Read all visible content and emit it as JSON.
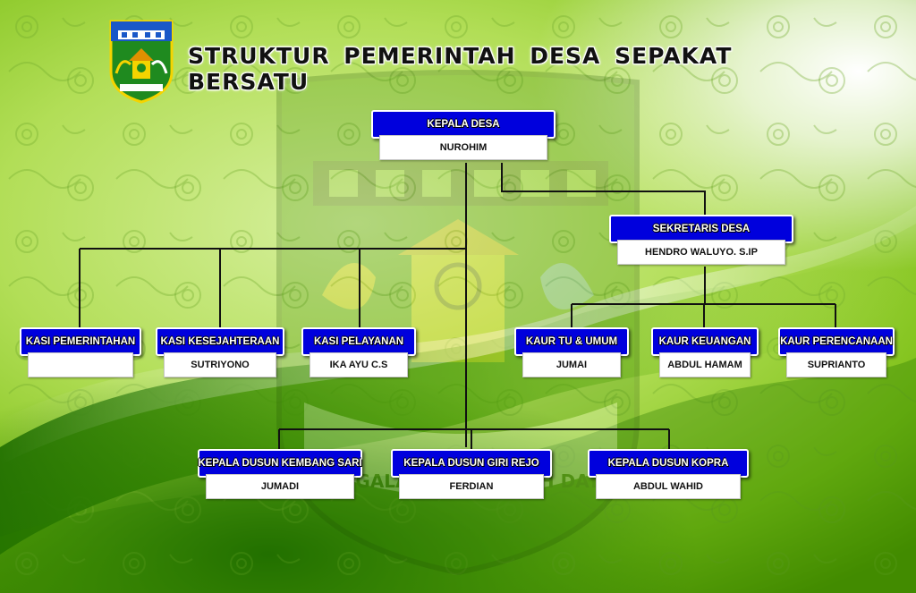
{
  "title": "STRUKTUR PEMERINTAH DESA SEPAKAT BERSATU",
  "watermark_motto": "TENTAK GALAH SERENGKUH DAYUNG",
  "colors": {
    "box_fill": "#0000dd",
    "box_border": "#ffffff",
    "line": "#111111",
    "name_fill": "#ffffff"
  },
  "nodes": {
    "kepala_desa": {
      "role": "KEPALA  DESA",
      "name": "NUROHIM"
    },
    "sekretaris_desa": {
      "role": "SEKRETARIS  DESA",
      "name": "HENDRO WALUYO. S.IP"
    },
    "kasi_pemerintahan": {
      "role": "KASI PEMERINTAHAN",
      "name": ""
    },
    "kasi_kesejahteraan": {
      "role": "KASI KESEJAHTERAAN",
      "name": "SUTRIYONO"
    },
    "kasi_pelayanan": {
      "role": "KASI PELAYANAN",
      "name": "IKA AYU C.S"
    },
    "kaur_tu_umum": {
      "role": "KAUR TU  &  UMUM",
      "name": "JUMAI"
    },
    "kaur_keuangan": {
      "role": "KAUR KEUANGAN",
      "name": "ABDUL HAMAM"
    },
    "kaur_perencanaan": {
      "role": "KAUR PERENCANAAN",
      "name": "SUPRIANTO"
    },
    "kadus_kembang_sari": {
      "role": "KEPALA DUSUN KEMBANG SARI",
      "name": "JUMADI"
    },
    "kadus_giri_rejo": {
      "role": "KEPALA DUSUN GIRI REJO",
      "name": "FERDIAN"
    },
    "kadus_kopra": {
      "role": "KEPALA DUSUN KOPRA",
      "name": "ABDUL WAHID"
    }
  }
}
